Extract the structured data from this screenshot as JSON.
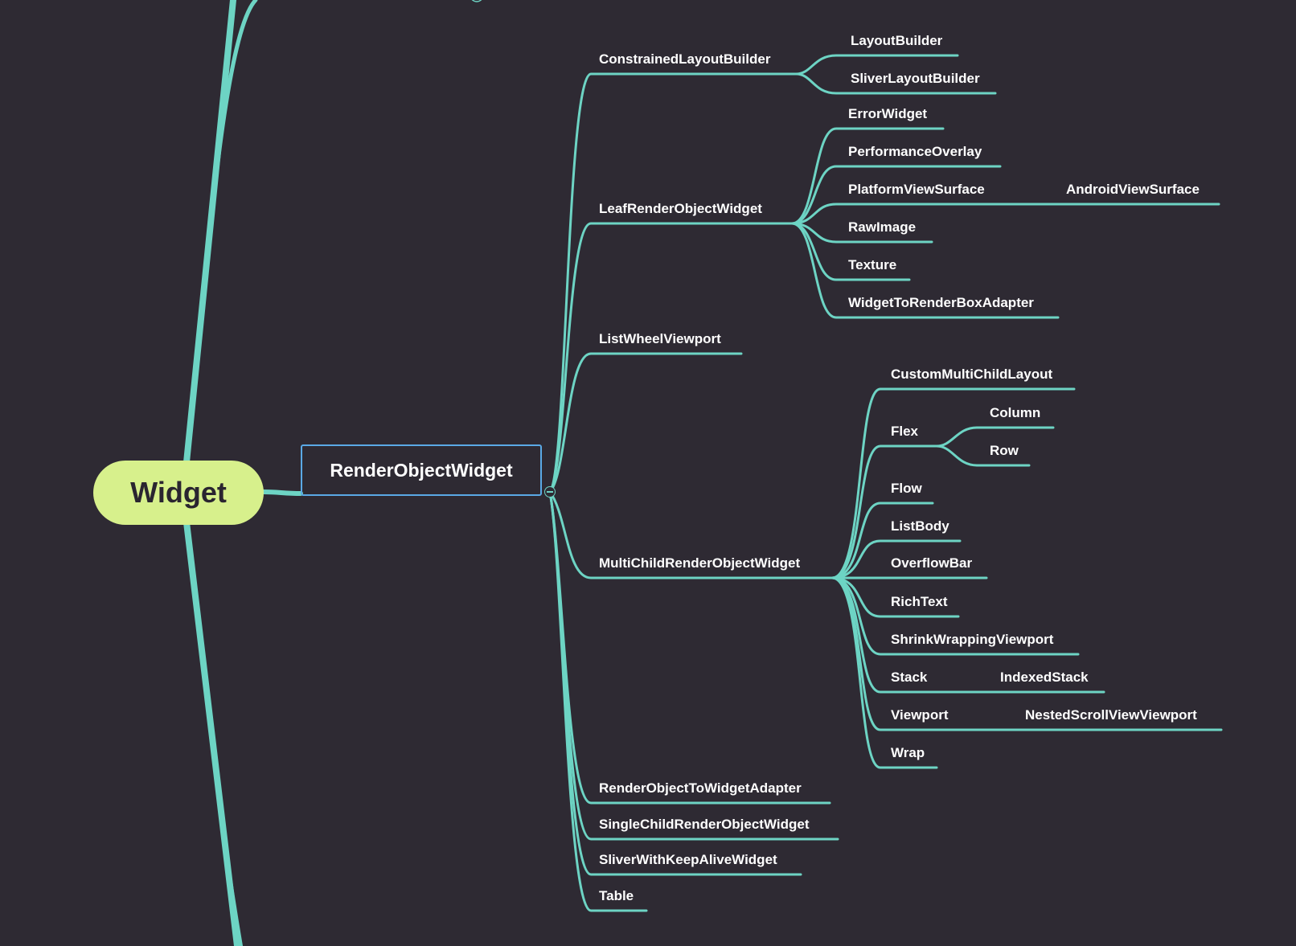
{
  "colors": {
    "background": "#2e2a33",
    "connector": "#6dd4c4",
    "root_fill": "#d7f08c",
    "topic_border": "#5aa9e6",
    "text": "#ffffff"
  },
  "root": {
    "label": "Widget"
  },
  "main_topic": {
    "label": "RenderObjectWidget"
  },
  "branches": {
    "constrained": {
      "label": "ConstrainedLayoutBuilder",
      "children": [
        "LayoutBuilder",
        "SliverLayoutBuilder"
      ]
    },
    "leaf": {
      "label": "LeafRenderObjectWidget",
      "children": [
        "ErrorWidget",
        "PerformanceOverlay",
        "PlatformViewSurface",
        "RawImage",
        "Texture",
        "WidgetToRenderBoxAdapter"
      ],
      "platform_child": "AndroidViewSurface"
    },
    "listwheel": {
      "label": "ListWheelViewport"
    },
    "multi": {
      "label": "MultiChildRenderObjectWidget",
      "children": [
        "CustomMultiChildLayout",
        "Flex",
        "Flow",
        "ListBody",
        "OverflowBar",
        "RichText",
        "ShrinkWrappingViewport",
        "Stack",
        "Viewport",
        "Wrap"
      ],
      "flex_children": [
        "Column",
        "Row"
      ],
      "stack_child": "IndexedStack",
      "viewport_child": "NestedScrollViewViewport"
    },
    "adapter": {
      "label": "RenderObjectToWidgetAdapter"
    },
    "single": {
      "label": "SingleChildRenderObjectWidget"
    },
    "sliver": {
      "label": "SliverWithKeepAliveWidget"
    },
    "table": {
      "label": "Table"
    }
  }
}
